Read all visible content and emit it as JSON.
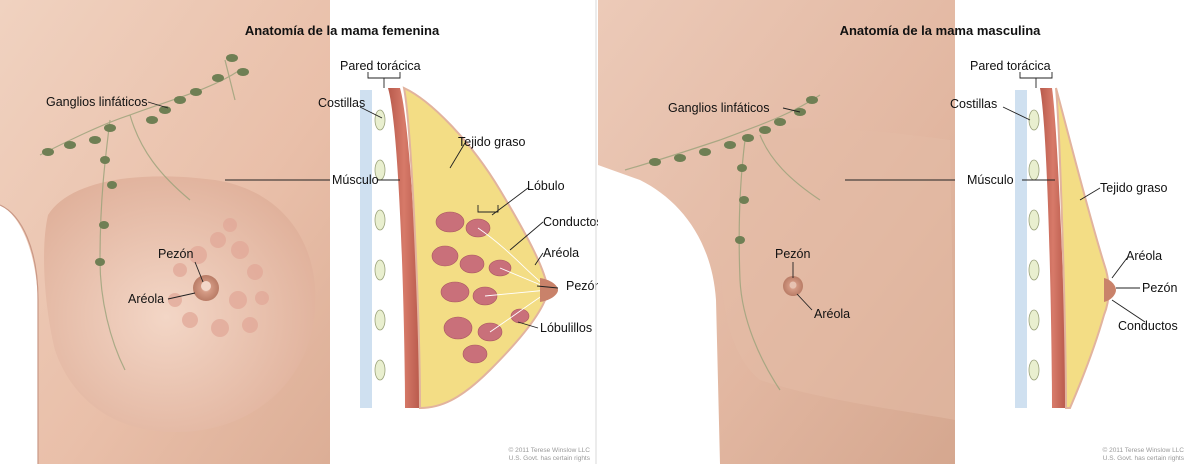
{
  "female": {
    "title": "Anatomía de la mama femenina",
    "labels": {
      "chest_wall": "Pared torácica",
      "lymph_nodes": "Ganglios linfáticos",
      "ribs": "Costillas",
      "fatty_tissue": "Tejido graso",
      "muscle": "Músculo",
      "lobe": "Lóbulo",
      "ducts": "Conductos",
      "areola_side": "Aréola",
      "nipple_side": "Pezón",
      "lobules": "Lóbulillos",
      "nipple_front": "Pezón",
      "areola_front": "Aréola"
    },
    "credit_line1": "© 2011 Terese Winslow LLC",
    "credit_line2": "U.S. Govt. has certain rights"
  },
  "male": {
    "title": "Anatomía de la mama masculina",
    "labels": {
      "chest_wall": "Pared torácica",
      "lymph_nodes": "Ganglios linfáticos",
      "ribs": "Costillas",
      "muscle": "Músculo",
      "fatty_tissue": "Tejido graso",
      "nipple_front": "Pezón",
      "areola_front": "Aréola",
      "areola_side": "Aréola",
      "nipple_side": "Pezón",
      "ducts": "Conductos"
    },
    "credit_line1": "© 2011 Terese Winslow LLC",
    "credit_line2": "U.S. Govt. has certain rights"
  },
  "colors": {
    "skin_light": "#f2d3c2",
    "skin_mid": "#e4b39c",
    "skin_dark": "#c98f78",
    "lymph": "#6f7f54",
    "muscle": "#c9695a",
    "fat": "#f3dd85",
    "lobule": "#c9707a",
    "areola": "#c9826a"
  }
}
